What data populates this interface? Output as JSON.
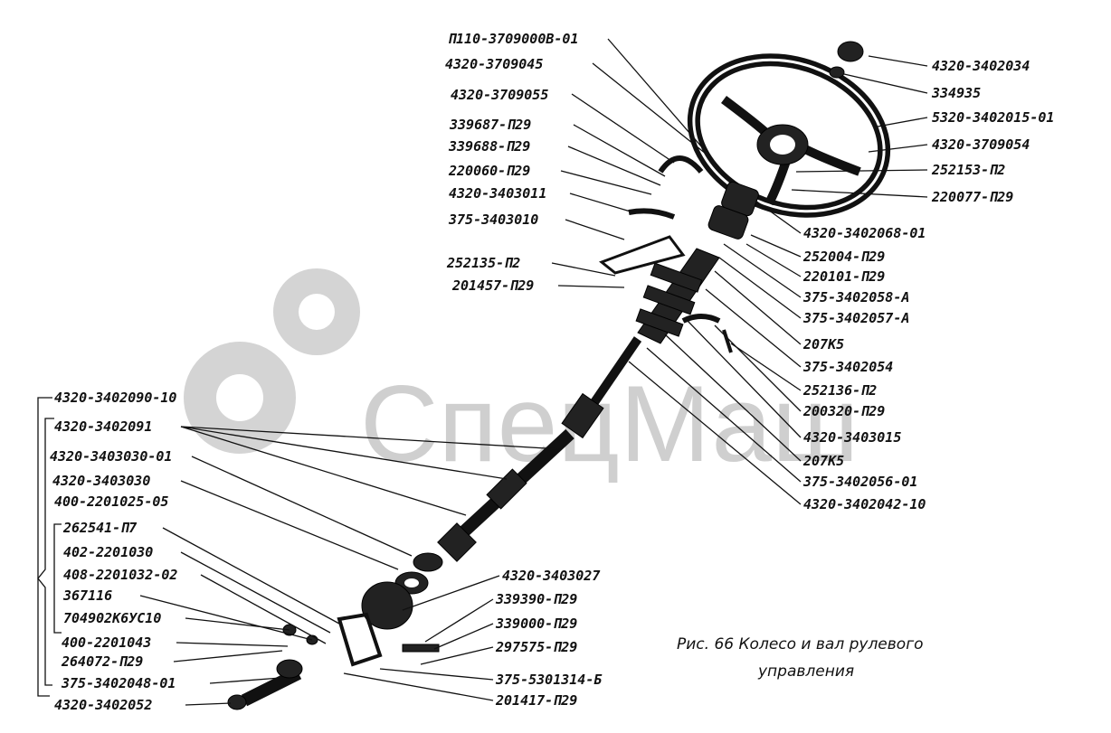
{
  "watermark": "СпецМаш",
  "caption": {
    "line1": "Рис. 66 Колесо и вал рулевого",
    "line2": "управления"
  },
  "labels": [
    "П110-3709000В-01",
    "4320-3709045",
    "4320-3709055",
    "339687-П29",
    "339688-П29",
    "220060-П29",
    "4320-3403011",
    "375-3403010",
    "252135-П2",
    "201457-П29",
    "4320-3402034",
    "334935",
    "5320-3402015-01",
    "4320-3709054",
    "252153-П2",
    "220077-П29",
    "4320-3402068-01",
    "252004-П29",
    "220101-П29",
    "375-3402058-А",
    "375-3402057-А",
    "207К5",
    "375-3402054",
    "252136-П2",
    "200320-П29",
    "4320-3403015",
    "207К5",
    "375-3402056-01",
    "4320-3402042-10",
    "4320-3402090-10",
    "4320-3402091",
    "4320-3403030-01",
    "4320-3403030",
    "400-2201025-05",
    "262541-П7",
    "402-2201030",
    "408-2201032-02",
    "367116",
    "704902К6УС10",
    "400-2201043",
    "264072-П29",
    "375-3402048-01",
    "4320-3402052",
    "4320-3403027",
    "339390-П29",
    "339000-П29",
    "297575-П29",
    "375-5301314-Б",
    "201417-П29"
  ]
}
